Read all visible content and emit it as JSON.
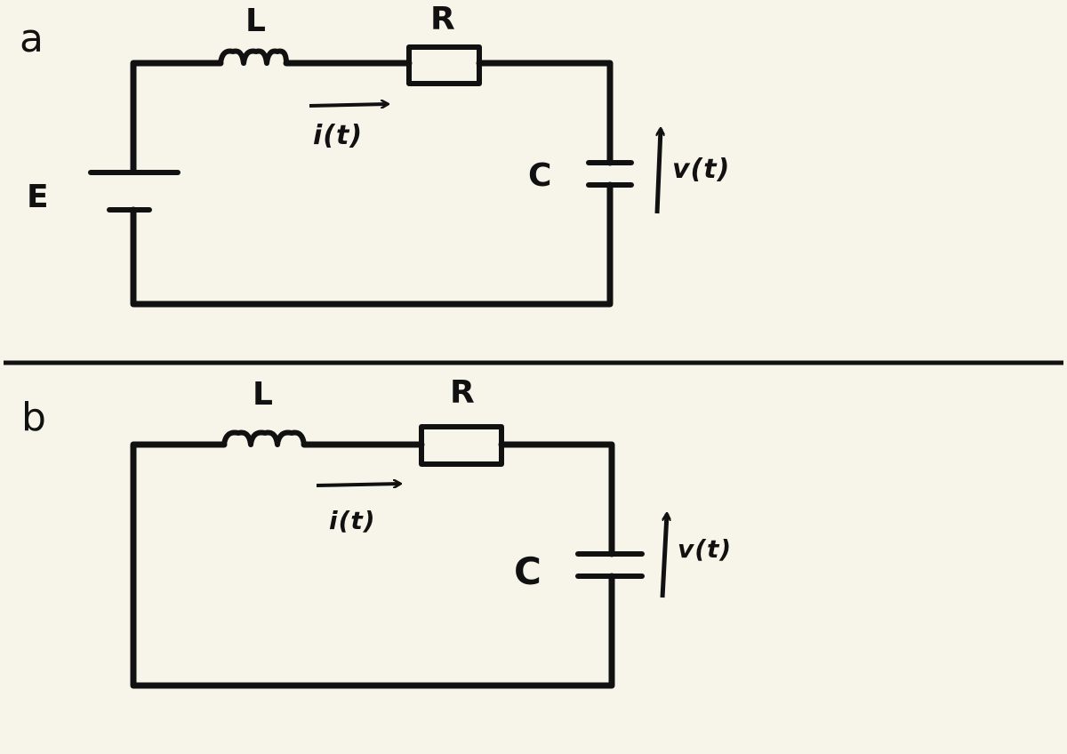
{
  "panels": [
    {
      "letter": "a",
      "labels": {
        "inductor": "L",
        "resistor": "R",
        "capacitor": "C",
        "source": "E",
        "current": "i(t)",
        "voltage": "v(t)"
      }
    },
    {
      "letter": "b",
      "labels": {
        "inductor": "L",
        "resistor": "R",
        "capacitor": "C",
        "current": "i(t)",
        "voltage": "v(t)"
      }
    }
  ],
  "colors": {
    "ink": "#111111",
    "paper": "#f7f5ea"
  }
}
